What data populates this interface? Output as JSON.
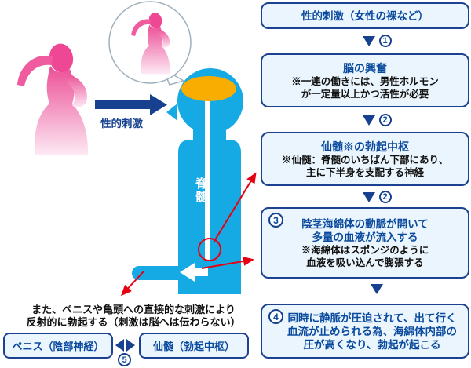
{
  "left": {
    "stimulus_arrow_label": "性的刺激",
    "spine_label": "脊髄",
    "caption_line1": "また、ペニスや亀頭への直接的な刺激により",
    "caption_line2": "反射的に勃起する（刺激は脳へは伝わらない）",
    "penis_box_label": "ペニス（陰部神経）",
    "sacral_box_label": "仙髄（勃起中枢）",
    "reflex_step_number": "5"
  },
  "flow": {
    "boxes": [
      {
        "title": "性的刺激（女性の裸など）"
      },
      {
        "title": "脳の興奮",
        "notes": [
          "※一連の働きには、男性ホルモン",
          "が一定量以上かつ活性が必要"
        ]
      },
      {
        "title": "仙髄※の勃起中枢",
        "notes": [
          "※仙髄：脊髄のいちばん下部にあり、",
          "主に下半身を支配する神経"
        ]
      },
      {
        "badge": "3",
        "title_lines": [
          "陰茎海綿体の動脈が開いて",
          "多量の血液が流入する"
        ],
        "notes": [
          "※海綿体はスポンジのように",
          "血液を吸い込んで膨張する"
        ]
      },
      {
        "badge": "4",
        "title_lines": [
          "同時に静脈が圧迫されて、出て行く",
          "血流が止められる為、海綿体内部の",
          "圧が高くなり、勃起が起こる"
        ]
      }
    ],
    "markers": [
      {
        "step": "1"
      },
      {
        "step": "2"
      },
      {
        "step": "2"
      },
      {
        "step": ""
      }
    ]
  },
  "icons": {
    "flow_arrow_down": "▼",
    "bidirectional_arrows": "◄►"
  },
  "colors": {
    "figure_blue": "#16aae4",
    "brain_orange": "#f8ad00",
    "navy": "#17418f",
    "box_border": "#1d4191",
    "box_fill": "#eaf5fd",
    "title_blue": "#0a4a9e",
    "arrow_red": "#e60012",
    "pink": "#ee4793",
    "note_text": "#111111"
  }
}
